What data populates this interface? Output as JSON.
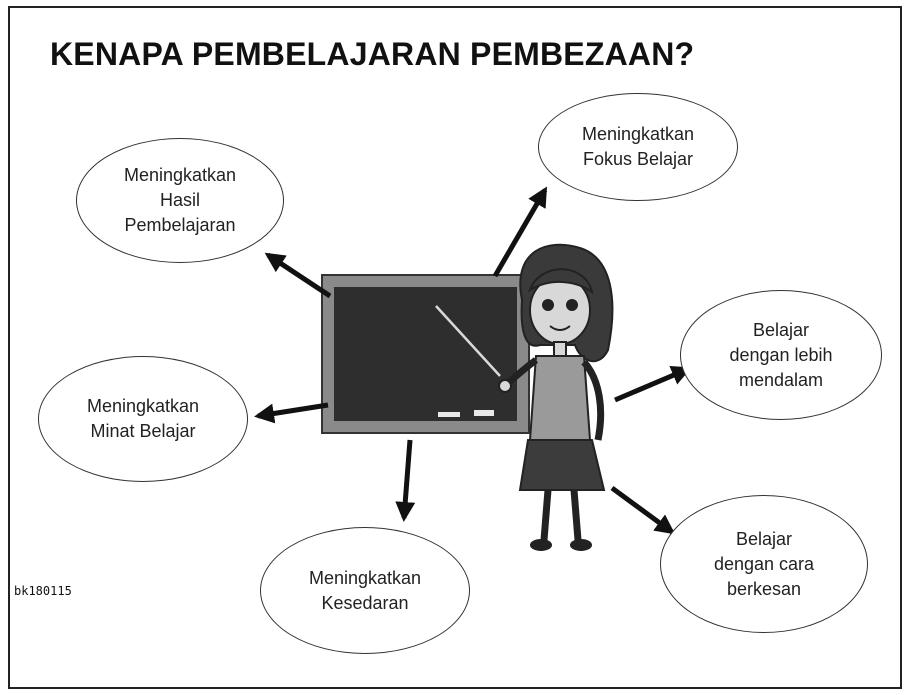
{
  "title": "KENAPA PEMBELAJARAN PEMBEZAAN?",
  "code": "bk180115",
  "bubbles": {
    "hasil": "Meningkatkan\nHasil\nPembelajaran",
    "fokus": "Meningkatkan\nFokus Belajar",
    "mendalam": "Belajar\ndengan lebih\nmendalam",
    "minat": "Meningkatkan\nMinat Belajar",
    "kesedaran": "Meningkatkan\nKesedaran",
    "berkesan": "Belajar\ndengan cara\nberkesan"
  }
}
